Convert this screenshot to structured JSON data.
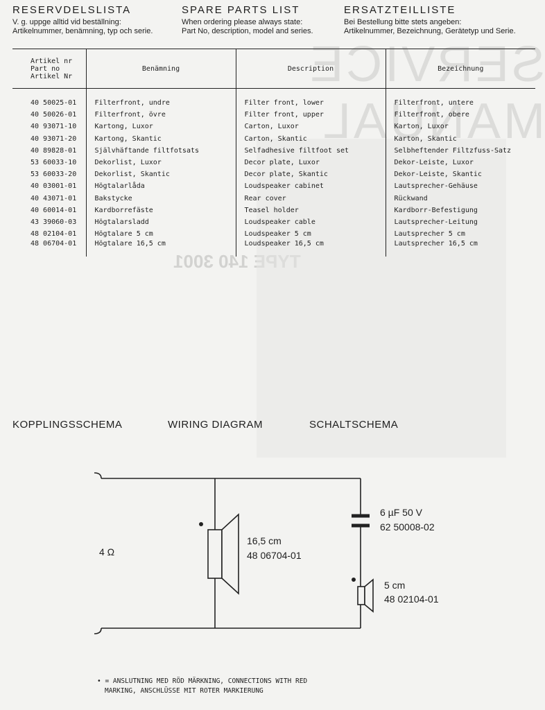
{
  "header": {
    "col1": {
      "title": "RESERVDELSLISTA",
      "line1": "V. g. uppge alltid vid beställning:",
      "line2": "Artikelnummer, benämning, typ och serie."
    },
    "col2": {
      "title": "SPARE PARTS LIST",
      "line1": "When ordering please always state:",
      "line2": "Part No, description, model and series."
    },
    "col3": {
      "title": "ERSATZTEILLISTE",
      "line1": "Bei Bestellung bitte stets angeben:",
      "line2": "Artikelnummer, Bezeichnung, Gerätetyp und Serie."
    }
  },
  "table": {
    "headers": {
      "col1_line1": "Artikel nr",
      "col1_line2": "Part no",
      "col1_line3": "Artikel Nr",
      "col2": "Benämning",
      "col3": "Description",
      "col4": "Bezeichnung"
    },
    "rows": [
      [
        "40 50025-01",
        "Filterfront, undre",
        "Filter front, lower",
        "Filterfront, untere"
      ],
      [
        "40 50026-01",
        "Filterfront, övre",
        "Filter front, upper",
        "Filterfront, obere"
      ],
      [
        "40 93071-10",
        "Kartong, Luxor",
        "Carton,  Luxor",
        "Karton, Luxor"
      ],
      [
        "40 93071-20",
        "Kartong, Skantic",
        "Carton,  Skantic",
        "Karton, Skantic"
      ],
      [
        "40 89828-01",
        "Självhäftande filtfotsats",
        "Selfadhesive filtfoot set",
        "Selbheftender Filtzfuss-Satz"
      ],
      [
        "53 60033-10",
        "Dekorlist, Luxor",
        "Decor plate, Luxor",
        "Dekor-Leiste, Luxor"
      ],
      [
        "53 60033-20",
        "Dekorlist, Skantic",
        "Decor plate, Skantic",
        "Dekor-Leiste, Skantic"
      ],
      [
        "40 03001-01",
        "Högtalarlåda",
        "Loudspeaker cabinet",
        "Lautsprecher-Gehäuse"
      ],
      [
        "40 43071-01",
        "Bakstycke",
        "Rear cover",
        "Rückwand"
      ],
      [
        "40 60014-01",
        "Kardborrefäste",
        "Teasel holder",
        "Kardborr-Befestigung"
      ],
      [
        "43 39060-03",
        "Högtalarsladd",
        "Loudspeaker cable",
        "Lautsprecher-Leitung"
      ],
      [
        "48 02104-01",
        "Högtalare 5 cm",
        "Loudspeaker 5 cm",
        "Lautsprecher 5 cm"
      ],
      [
        "48 06704-01",
        "Högtalare 16,5 cm",
        "Loudspeaker 16,5 cm",
        "Lautsprecher 16,5 cm"
      ]
    ]
  },
  "wiring": {
    "title1": "KOPPLINGSSCHEMA",
    "title2": "WIRING DIAGRAM",
    "title3": "SCHALTSCHEMA",
    "impedance": "4 Ω",
    "woofer_size": "16,5 cm",
    "woofer_part": "48 06704-01",
    "capacitor_value": "6 µF 50 V",
    "capacitor_part": "62 50008-02",
    "tweeter_size": "5 cm",
    "tweeter_part": "48 02104-01"
  },
  "footnote": {
    "line1": "• = ANSLUTNING MED RÖD MÄRKNING, CONNECTIONS WITH RED",
    "line2": "MARKING, ANSCHLÜSSE MIT ROTER MARKIERUNG"
  },
  "bleed_through": {
    "text1": "SERVICE MANUAL",
    "text2": "TYPE 140 3001"
  }
}
